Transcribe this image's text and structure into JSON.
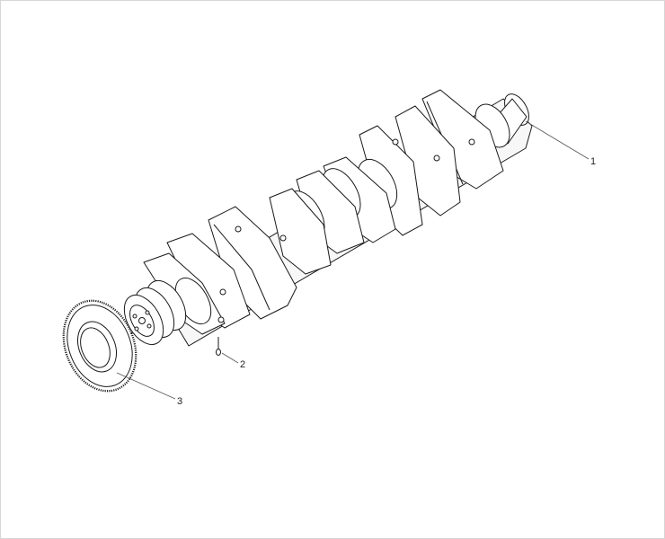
{
  "diagram": {
    "callouts": [
      {
        "id": "1",
        "label": "1"
      },
      {
        "id": "2",
        "label": "2"
      },
      {
        "id": "3",
        "label": "3"
      }
    ],
    "colors": {
      "line": "#1a1a1a",
      "leader": "#555555",
      "background": "#ffffff",
      "shade": "#f4f4f4"
    }
  }
}
